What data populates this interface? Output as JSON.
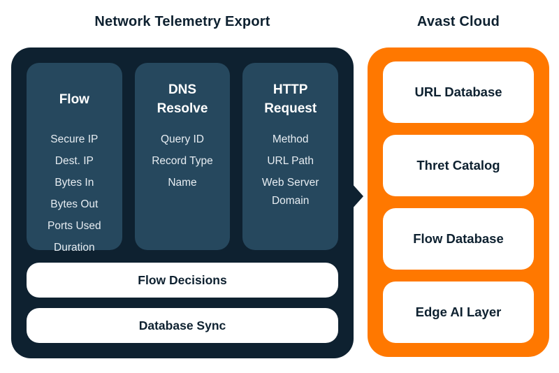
{
  "colors": {
    "navy": "#0E2130",
    "slate_column": "#26485E",
    "orange": "#FF7800",
    "light_text": "#E7EDF2",
    "white": "#FFFFFF"
  },
  "left": {
    "title": "Network Telemetry Export",
    "columns": [
      {
        "title": "Flow",
        "items": [
          "Secure IP",
          "Dest. IP",
          "Bytes In",
          "Bytes Out",
          "Ports Used",
          "Duration"
        ]
      },
      {
        "title": "DNS Resolve",
        "items": [
          "Query ID",
          "Record Type",
          "Name"
        ]
      },
      {
        "title": "HTTP Request",
        "items": [
          "Method",
          "URL Path",
          "Web Server Domain"
        ]
      }
    ],
    "bars": [
      "Flow Decisions",
      "Database Sync"
    ]
  },
  "right": {
    "title": "Avast Cloud",
    "boxes": [
      "URL Database",
      "Thret Catalog",
      "Flow Database",
      "Edge AI Layer"
    ]
  }
}
